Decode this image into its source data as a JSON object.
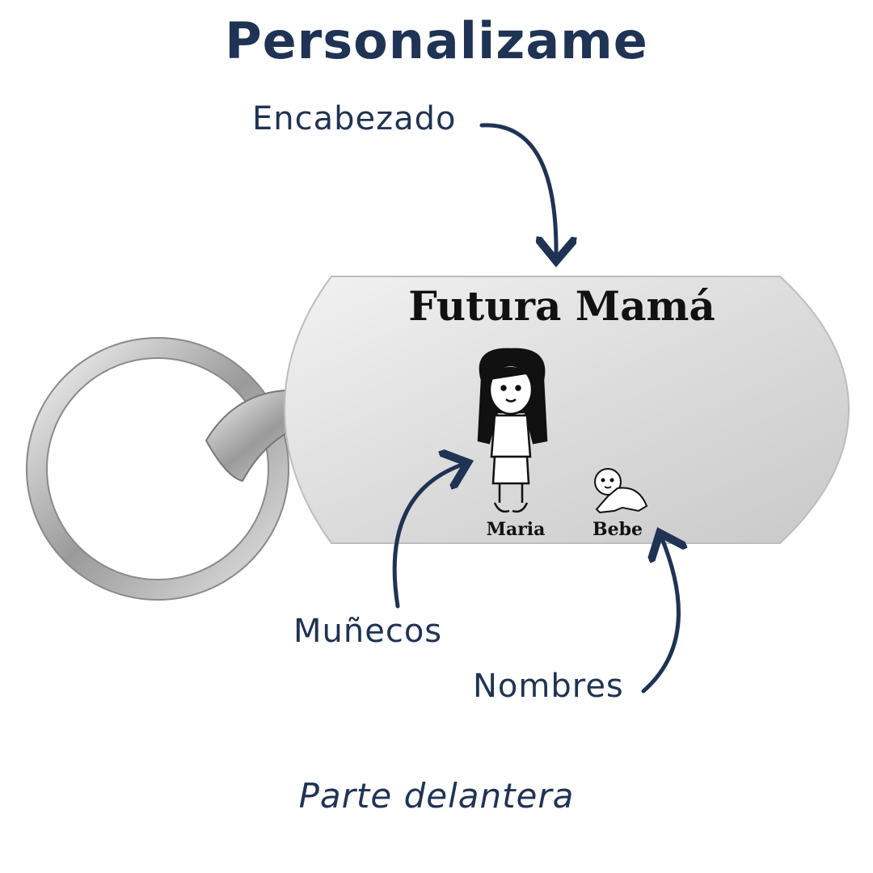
{
  "header": {
    "title": "Personalizame"
  },
  "callouts": {
    "heading_label": "Encabezado",
    "figures_label": "Muñecos",
    "names_label": "Nombres"
  },
  "tag": {
    "heading": "Futura Mamá",
    "names": [
      "Maria",
      "Bebe"
    ]
  },
  "footer": {
    "caption": "Parte delantera"
  },
  "colors": {
    "navy": "#1f3354",
    "metal": "#d9d9d9",
    "ink": "#111111"
  }
}
